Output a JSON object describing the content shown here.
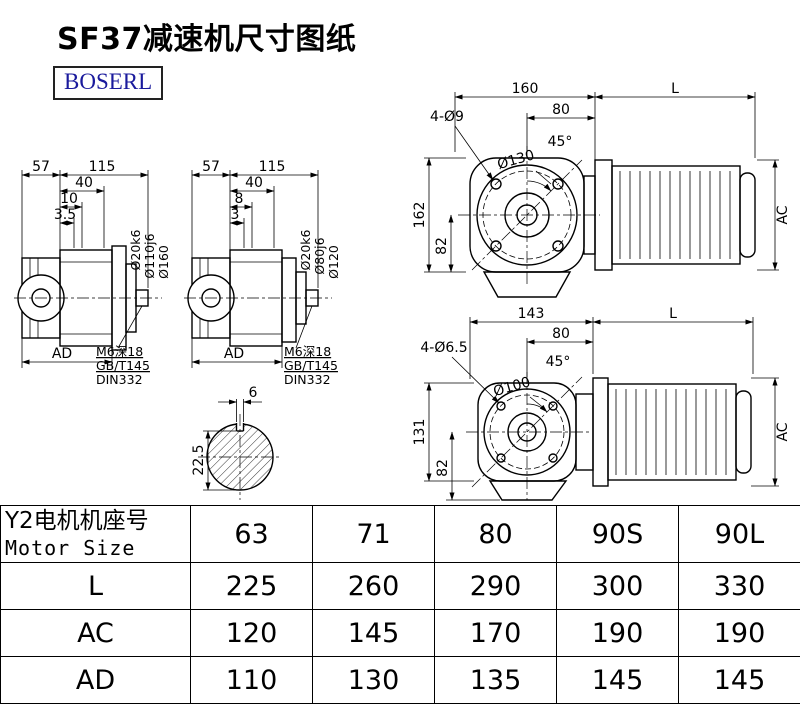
{
  "header": {
    "title": "SF37减速机尺寸图纸",
    "brand": "BOSERL"
  },
  "drawing_side_a": {
    "dim_57": "57",
    "dim_115": "115",
    "dim_40": "40",
    "dim_10": "10",
    "dim_3_5": "3.5",
    "dim_shaft": "Ø20k6",
    "dim_spigot": "Ø110j6",
    "dim_flange": "Ø160",
    "dim_ad": "AD",
    "note_1": "M6深18",
    "note_2": "GB/T145",
    "note_3": "DIN332"
  },
  "drawing_side_b": {
    "dim_57": "57",
    "dim_115": "115",
    "dim_40": "40",
    "dim_8": "8",
    "dim_3": "3",
    "dim_shaft": "Ø20k6",
    "dim_spigot": "Ø80j6",
    "dim_flange": "Ø120",
    "dim_ad": "AD",
    "note_1": "M6深18",
    "note_2": "GB/T145",
    "note_3": "DIN332"
  },
  "drawing_front_a": {
    "dim_160": "160",
    "dim_l": "L",
    "dim_80": "80",
    "dim_holes": "4-Ø9",
    "dim_angle": "45°",
    "dim_bc": "Ø130",
    "dim_162": "162",
    "dim_82": "82",
    "dim_ac": "AC"
  },
  "drawing_front_b": {
    "dim_143": "143",
    "dim_l": "L",
    "dim_80": "80",
    "dim_holes": "4-Ø6.5",
    "dim_angle": "45°",
    "dim_bc": "Ø100",
    "dim_131": "131",
    "dim_82": "82",
    "dim_ac": "AC"
  },
  "shaft_section": {
    "dim_key": "6",
    "dim_depth": "22.5"
  },
  "table": {
    "motor_cn": "Y2电机机座号",
    "motor_en": "Motor Size",
    "sizes": [
      "63",
      "71",
      "80",
      "90S",
      "90L"
    ],
    "rows": [
      {
        "label": "L",
        "values": [
          "225",
          "260",
          "290",
          "300",
          "330"
        ]
      },
      {
        "label": "AC",
        "values": [
          "120",
          "145",
          "170",
          "190",
          "190"
        ]
      },
      {
        "label": "AD",
        "values": [
          "110",
          "130",
          "135",
          "145",
          "145"
        ]
      }
    ]
  }
}
